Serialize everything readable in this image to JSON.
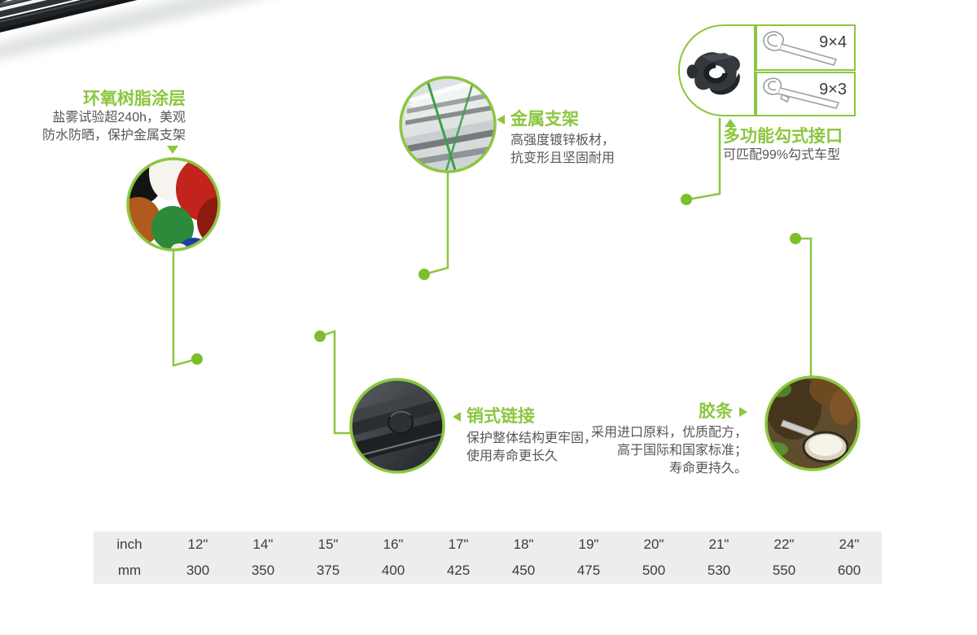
{
  "page": {
    "background": "#ffffff",
    "accent_color": "#8CC63F",
    "body_text_color": "#575757"
  },
  "callouts": {
    "epoxy_coating": {
      "title": "环氧树脂涂层",
      "lines": [
        "盐雾试验超240h，美观",
        "防水防晒，保护金属支架"
      ]
    },
    "metal_frame": {
      "title": "金属支架",
      "lines": [
        "高强度镀锌板材，",
        "抗变形且坚固耐用"
      ]
    },
    "hook_adapter": {
      "title": "多功能勾式接口",
      "subtitle": "可匹配99%勾式车型",
      "hook_size_top": "9×4",
      "hook_size_bottom": "9×3"
    },
    "pin_joint": {
      "title": "销式链接",
      "lines": [
        "保护整体结构更牢固，",
        "使用寿命更长久"
      ]
    },
    "rubber_strip": {
      "title": "胶条",
      "lines": [
        "采用进口原料，优质配方，",
        "高于国际和国家标准；",
        "寿命更持久。"
      ]
    }
  },
  "size_table": {
    "row_labels": [
      "inch",
      "mm"
    ],
    "inch": [
      "12\"",
      "14\"",
      "15\"",
      "16\"",
      "17\"",
      "18\"",
      "19\"",
      "20\"",
      "21\"",
      "22\"",
      "24\""
    ],
    "mm": [
      "300",
      "350",
      "375",
      "400",
      "425",
      "450",
      "475",
      "500",
      "530",
      "550",
      "600"
    ]
  }
}
